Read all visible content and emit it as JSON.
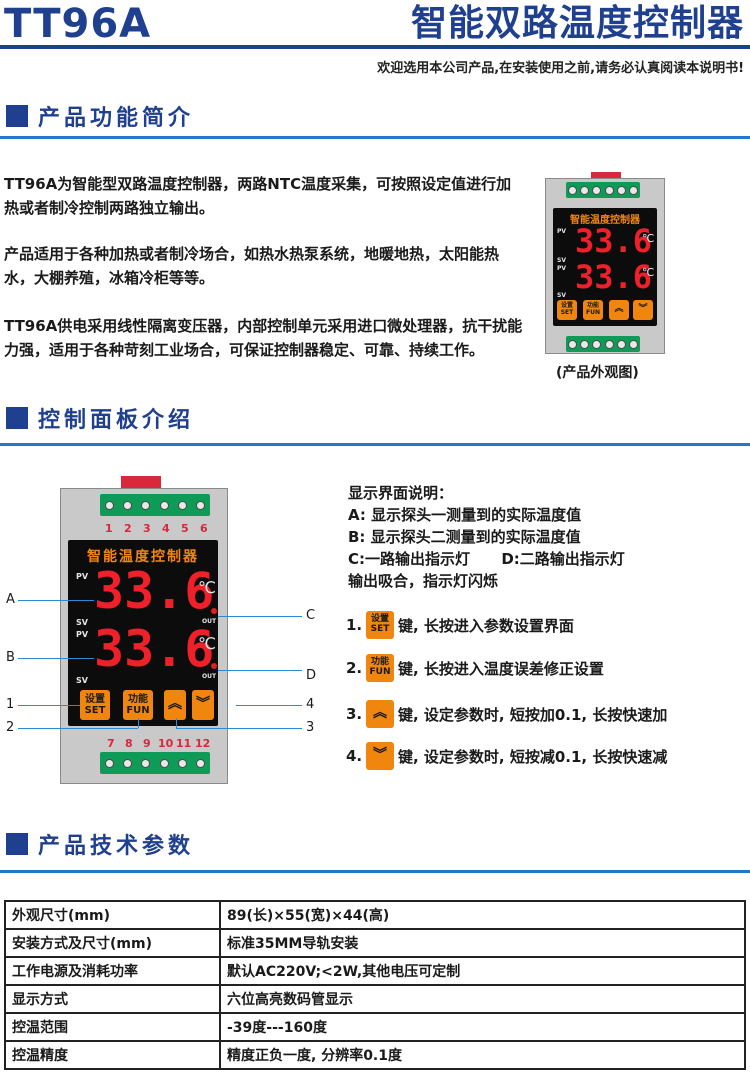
{
  "header": {
    "model": "TT96A",
    "title": "智能双路温度控制器",
    "subtitle": "欢迎选用本公司产品,在安装使用之前,请务必认真阅读本说明书!"
  },
  "section1": {
    "title": "产品功能简介",
    "paragraphs": [
      "TT96A为智能型双路温度控制器，两路NTC温度采集，可按照设定值进行加热或者制冷控制两路独立输出。",
      "产品适用于各种加热或者制冷场合，如热水热泵系统，地暖地热，太阳能热水，大棚养殖，冰箱冷柜等等。",
      "TT96A供电采用线性隔离变压器，内部控制单元采用进口微处理器，抗干扰能力强，适用于各种苛刻工业场合，可保证控制器稳定、可靠、持续工作。"
    ],
    "image_caption": "(产品外观图)"
  },
  "device": {
    "panel_title": "智能温度控制器",
    "reading_a": "33.6",
    "reading_b": "33.6",
    "deg_unit": "℃",
    "label_pv": "PV",
    "label_sv": "SV",
    "label_out": "OUT",
    "key_set": [
      "设置",
      "SET"
    ],
    "key_fun": [
      "功能",
      "FUN"
    ],
    "key_up": "︽",
    "key_down": "︾",
    "terminals_top": [
      "1",
      "2",
      "3",
      "4",
      "5",
      "6"
    ],
    "terminals_bottom": [
      "7",
      "8",
      "9",
      "10",
      "11",
      "12"
    ]
  },
  "section2": {
    "title": "控制面板介绍",
    "callouts": {
      "A": "A",
      "B": "B",
      "C": "C",
      "D": "D",
      "n1": "1",
      "n2": "2",
      "n3": "3",
      "n4": "4"
    },
    "display_notes": [
      "显示界面说明：",
      "A: 显示探头一测量到的实际温度值",
      "B: 显示探头二测量到的实际温度值",
      "C:一路输出指示灯      D:二路输出指示灯",
      "输出吸合，指示灯闪烁"
    ],
    "keys": [
      {
        "num": "1.",
        "desc": "键, 长按进入参数设置界面"
      },
      {
        "num": "2.",
        "desc": "键, 长按进入温度误差修正设置"
      },
      {
        "num": "3.",
        "desc": "键, 设定参数时, 短按加0.1, 长按快速加"
      },
      {
        "num": "4.",
        "desc": "键, 设定参数时, 短按减0.1, 长按快速减"
      }
    ]
  },
  "section3": {
    "title": "产品技术参数",
    "rows": [
      [
        "外观尺寸(mm)",
        "89(长)×55(宽)×44(高)"
      ],
      [
        "安装方式及尺寸(mm)",
        "标准35MM导轨安装"
      ],
      [
        "工作电源及消耗功率",
        "默认AC220V;<2W,其他电压可定制"
      ],
      [
        "显示方式",
        "六位高亮数码管显示"
      ],
      [
        "控温范围",
        "-39度---160度"
      ],
      [
        "控温精度",
        "精度正负一度, 分辨率0.1度"
      ]
    ]
  },
  "colors": {
    "brand": "#1f3f8f",
    "accent_line": "#2a77c9",
    "key_orange": "#f0860e",
    "segment_red": "#f0202a",
    "terminal_green": "#0d9b57"
  }
}
